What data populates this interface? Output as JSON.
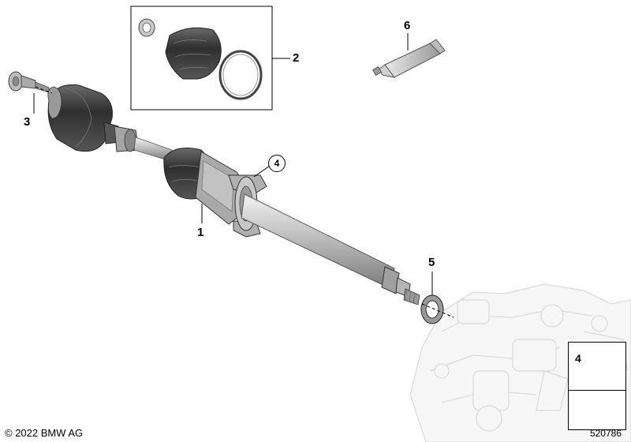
{
  "callouts": {
    "part1": "1",
    "part2": "2",
    "part3": "3",
    "part4": "4",
    "part5": "5",
    "part6": "6"
  },
  "legend": {
    "label": "4"
  },
  "footer": {
    "copyright": "© 2022 BMW AG",
    "diagram_id": "520786"
  },
  "colors": {
    "line": "#000000",
    "part_dark": "#3d3d3d",
    "part_mid": "#8a8a8a",
    "part_light": "#c4c4c4",
    "housing": "#e2e2e2"
  }
}
